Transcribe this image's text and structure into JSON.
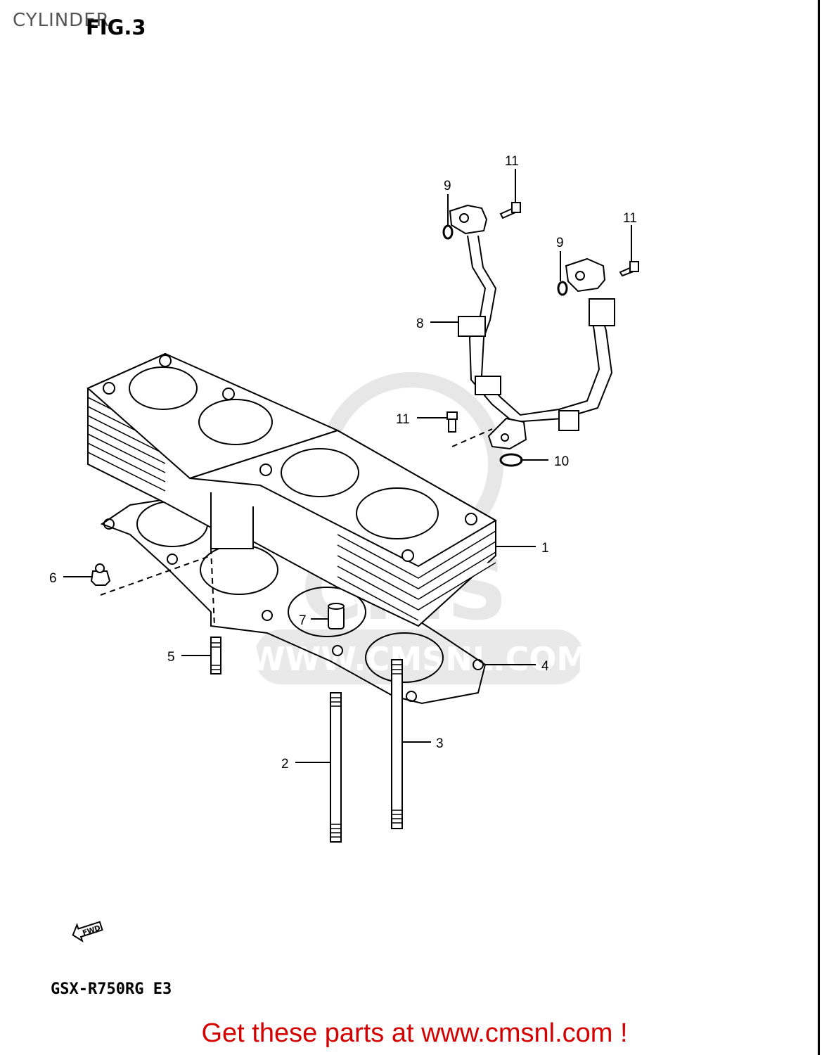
{
  "page": {
    "title": "CYLINDER",
    "figure_label": "FIG.3",
    "model_code": "GSX-R750RG E3",
    "footer_link": "Get these parts at www.cmsnl.com !",
    "watermark_url": "WWW.CMSNL.COM",
    "watermark_brand": "CMS"
  },
  "diagram": {
    "callouts": {
      "c1": "1",
      "c2": "2",
      "c3": "3",
      "c4": "4",
      "c5": "5",
      "c6": "6",
      "c7": "7",
      "c8": "8",
      "c9a": "9",
      "c9b": "9",
      "c10": "10",
      "c11a": "11",
      "c11b": "11",
      "c11c": "11"
    },
    "fwd_arrow": "FWD"
  },
  "colors": {
    "line": "#000000",
    "footer_red": "#d40000",
    "watermark": "#d8d8d8"
  }
}
